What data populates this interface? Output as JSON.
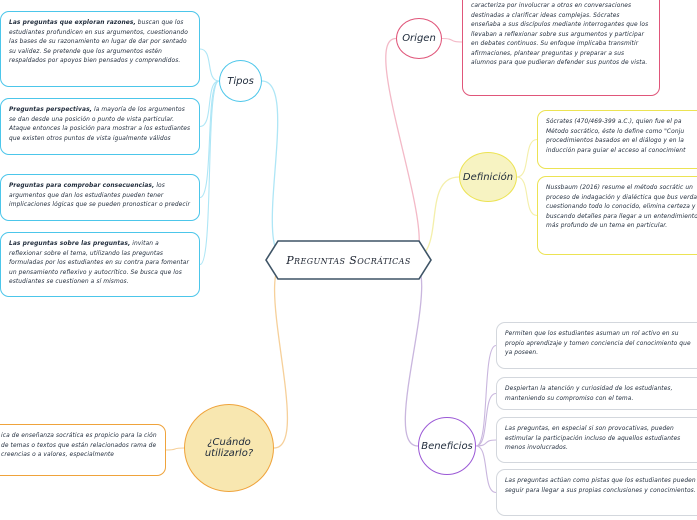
{
  "central": {
    "title": "Preguntas Socráticas"
  },
  "colors": {
    "tipos": "#4cc6ea",
    "origen": "#e0567a",
    "definicion": "#ece353",
    "beneficios": "#9b59d6",
    "cuando": "#efa33b"
  },
  "branches": {
    "tipos": {
      "label": "Tipos",
      "cards": [
        {
          "bold": "Las preguntas que exploran razones,",
          "text": " buscan que los estudiantes profundicen en sus argumentos, cuestionando las bases de su razonamiento en lugar de dar por sentado su validez. Se pretende que los argumentos estén respaldados por apoyos bien pensados y comprendidos."
        },
        {
          "bold": "Preguntas perspectivas,",
          "text": " la mayoría de los argumentos se dan desde una posición o punto de vista particular. Ataque entonces la posición para mostrar a los estudiantes que existen otros puntos de vista igualmente válidos"
        },
        {
          "bold": "Preguntas para comprobar consecuencias,",
          "text": " los argumentos que dan los estudiantes pueden tener implicaciones lógicas que se pueden pronosticar o predecir"
        },
        {
          "bold": "Las preguntas sobre las preguntas,",
          "text": " invitan a reflexionar sobre el tema, utilizando las preguntas formuladas por los estudiantes en su contra para fomentar un pensamiento reflexivo y autocrítico. Se busca que los estudiantes se cuestionen a sí mismos."
        }
      ]
    },
    "origen": {
      "label": "Origen",
      "cards": [
        {
          "text": "caracteriza por involucrar a otros en conversaciones destinadas a clarificar ideas complejas. Sócrates enseñaba a sus discípulos mediante interrogantes que los llevaban a reflexionar sobre sus argumentos y participar en debates continuos. Su enfoque implicaba transmitir afirmaciones, plantear preguntas y preparar a sus alumnos para que pudieran defender sus puntos de vista."
        }
      ]
    },
    "definicion": {
      "label": "Definición",
      "cards": [
        {
          "text": "Sócrates (470/469-399 a.C.), quien fue el pa Método socrático, éste lo define como \"Conju procedimientos basados en el diálogo y en la inducción para guiar el acceso al conocimient"
        },
        {
          "text": "Nussbaum (2016) resume el método socrátic un proceso de indagación y dialéctica que bus verdad cuestionando todo lo conocido, elimina certeza y buscando detalles para llegar a un entendimiento más profundo de un tema en particular."
        }
      ]
    },
    "beneficios": {
      "label": "Beneficios",
      "cards": [
        {
          "text": "Permiten que los estudiantes asuman un rol activo en su propio aprendizaje y tomen conciencia del conocimiento que ya poseen."
        },
        {
          "text": "Despiertan la atención y curiosidad de los estudiantes, manteniendo su compromiso con el tema."
        },
        {
          "text": "Las preguntas, en especial si son provocativas, pueden estimular la participación incluso de aquellos estudiantes menos involucrados."
        },
        {
          "text": "Las preguntas actúan como pistas que los estudiantes pueden seguir para llegar a sus propias conclusiones y conocimientos."
        }
      ]
    },
    "cuando": {
      "label": "¿Cuándo utilizarlo?",
      "cards": [
        {
          "text": "ica de enseñanza socrática es propicio para la ción de temas o textos que están relacionados rama de creencias o a valores, especialmente"
        }
      ]
    }
  }
}
